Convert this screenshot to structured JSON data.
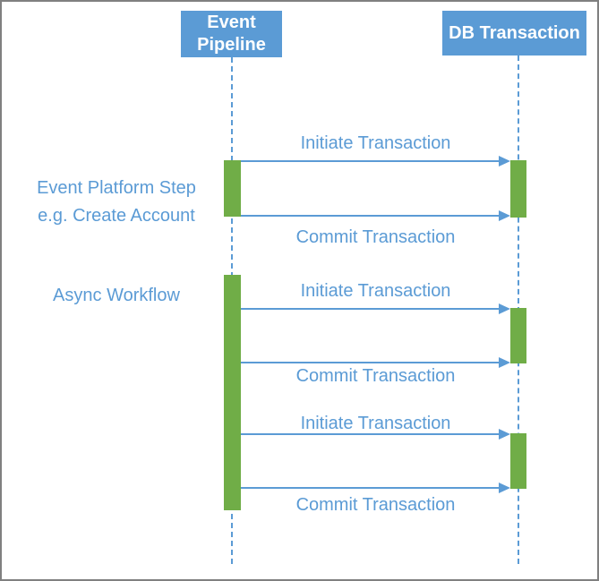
{
  "colors": {
    "accent_blue": "#5B9BD5",
    "accent_green": "#70AD47",
    "frame_gray": "#808080"
  },
  "actors": [
    {
      "label": "Event Pipeline"
    },
    {
      "label": "DB Transaction"
    }
  ],
  "annotations": [
    {
      "line1": "Event Platform Step",
      "line2": "e.g. Create Account"
    },
    {
      "line1": "Async Workflow"
    }
  ],
  "messages": [
    {
      "label": "Initiate Transaction",
      "from": "Event Pipeline",
      "to": "DB Transaction"
    },
    {
      "label": "Commit Transaction",
      "from": "Event Pipeline",
      "to": "DB Transaction"
    },
    {
      "label": "Initiate Transaction",
      "from": "Event Pipeline",
      "to": "DB Transaction"
    },
    {
      "label": "Commit Transaction",
      "from": "Event Pipeline",
      "to": "DB Transaction"
    },
    {
      "label": "Initiate Transaction",
      "from": "Event Pipeline",
      "to": "DB Transaction"
    },
    {
      "label": "Commit Transaction",
      "from": "Event Pipeline",
      "to": "DB Transaction"
    }
  ]
}
